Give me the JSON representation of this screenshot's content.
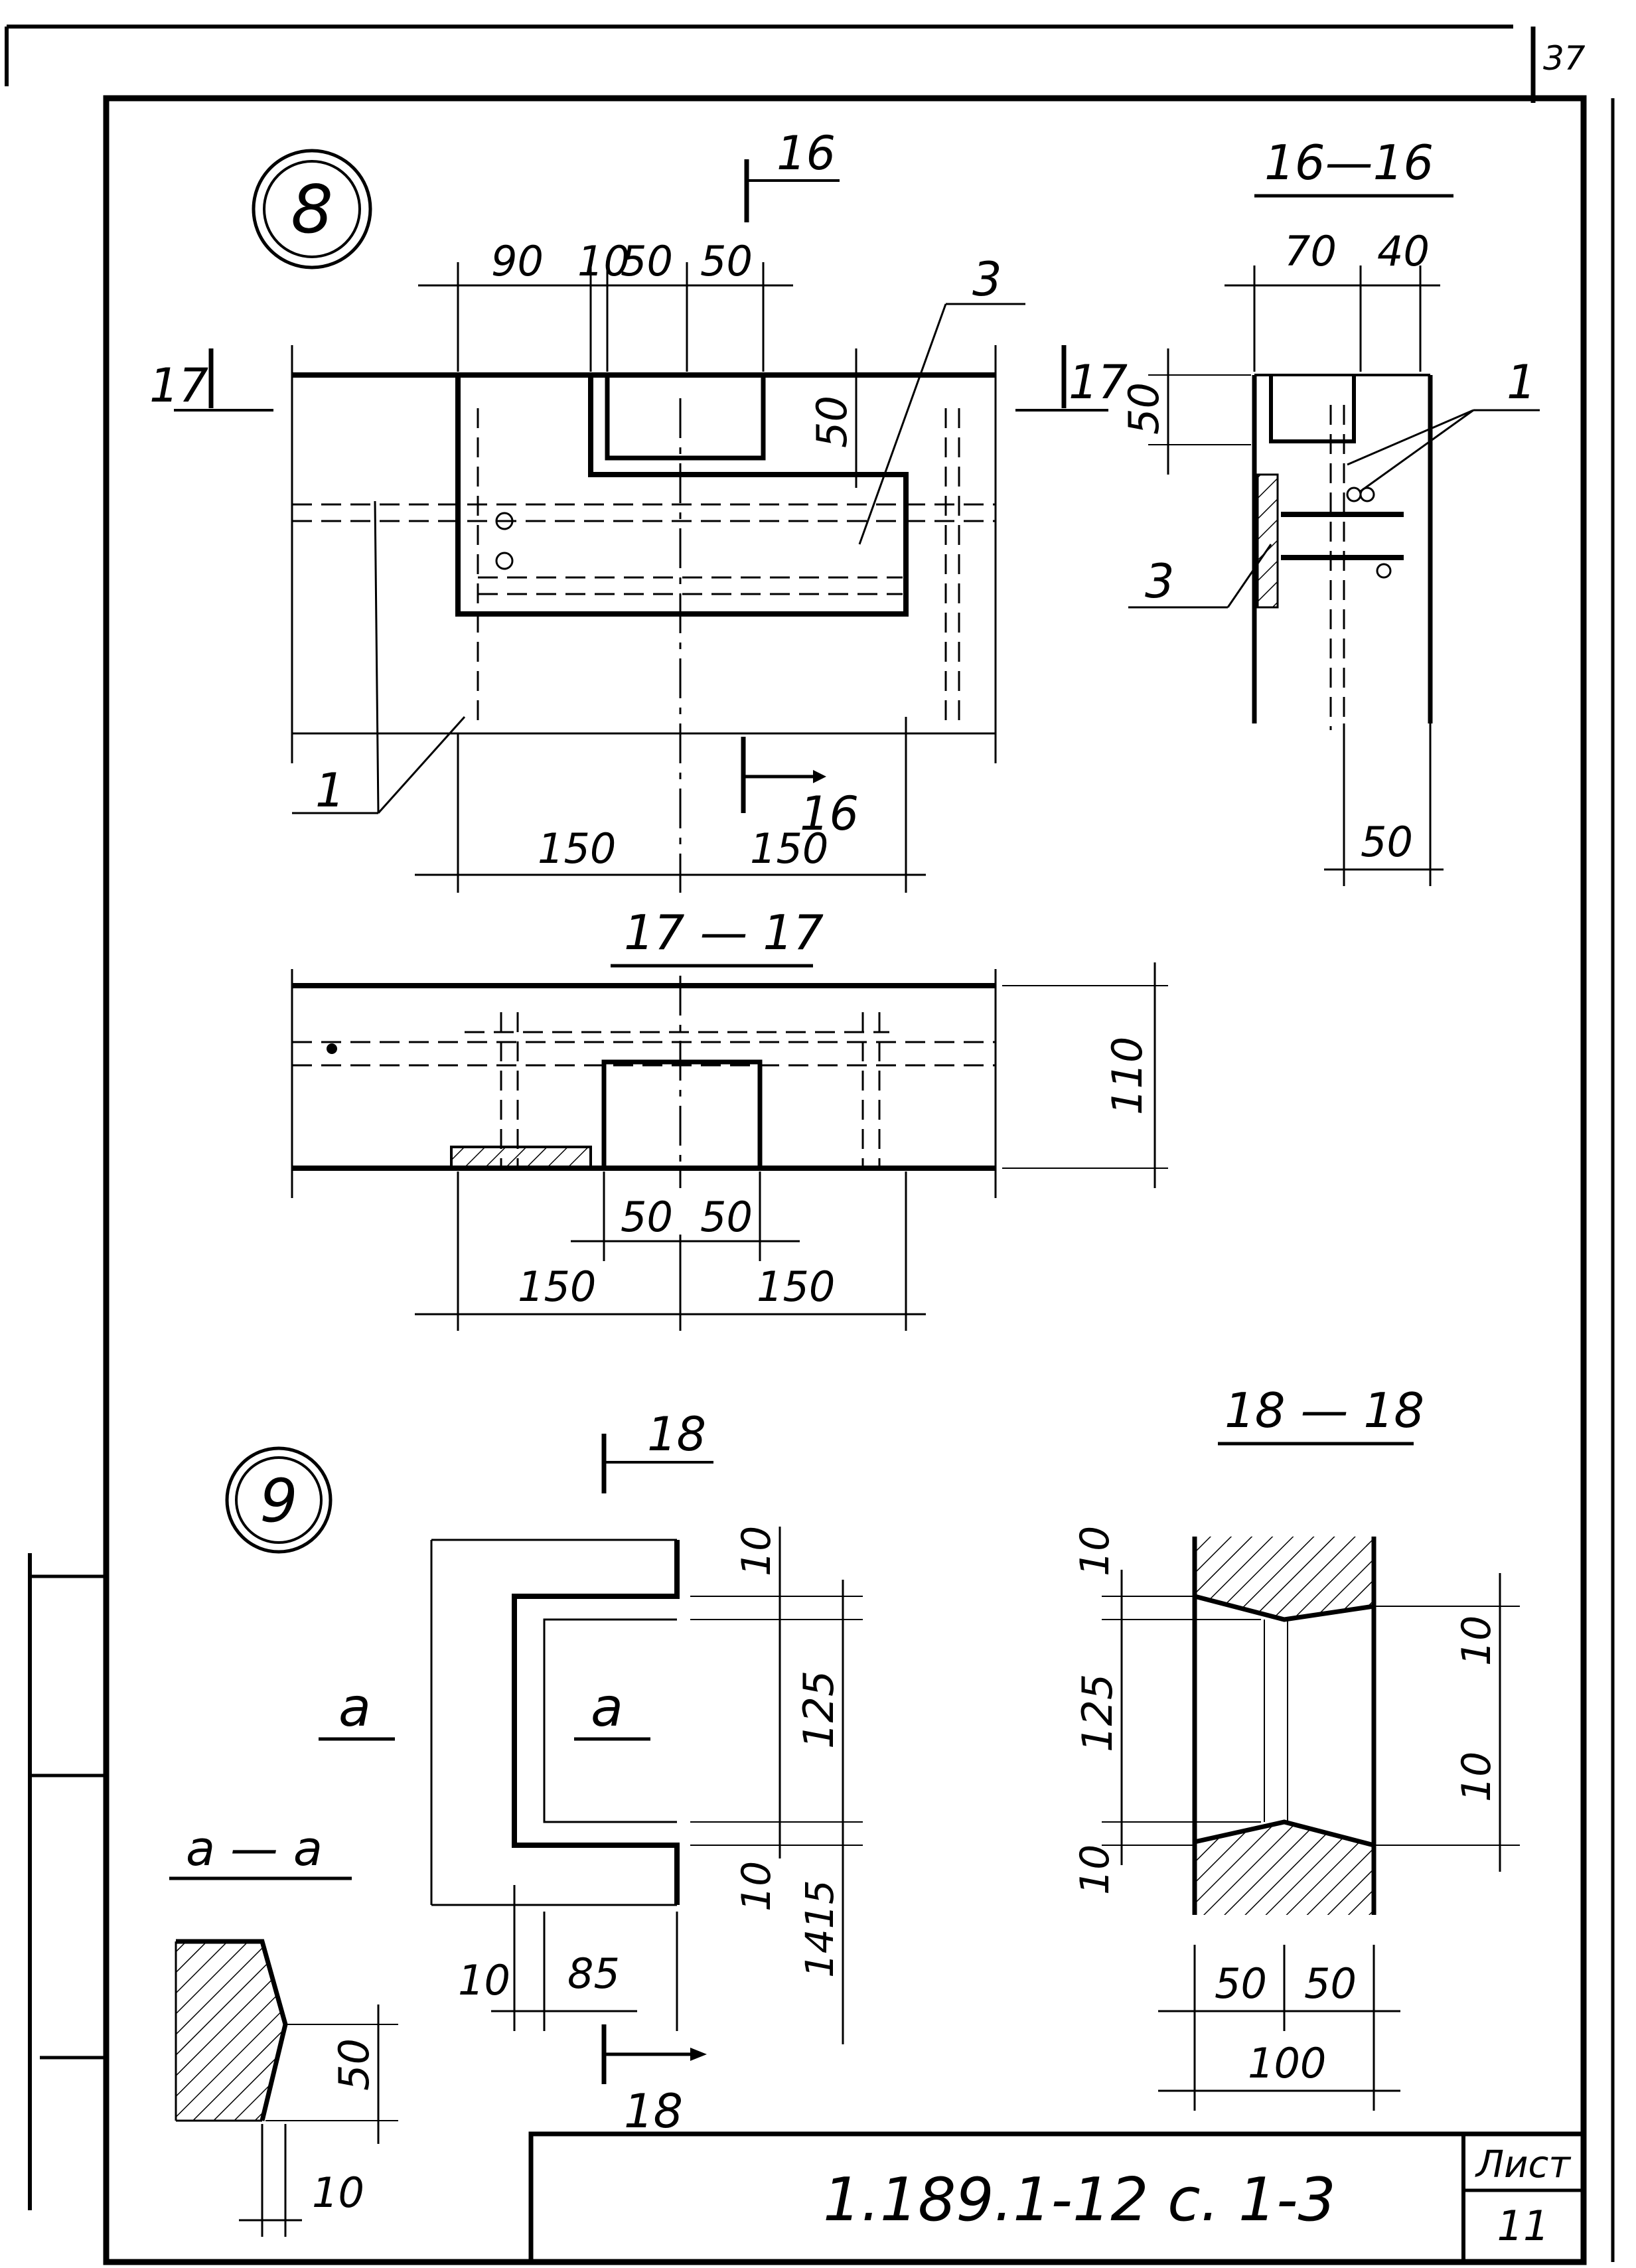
{
  "corner": {
    "sheet_fragment": "37"
  },
  "detail8": {
    "marker": "8",
    "cut16": "16",
    "cut17": "17",
    "dims_top": [
      "90",
      "10",
      "50",
      "50"
    ],
    "dim_50_vert": "50",
    "dims_bottom": [
      "150",
      "150"
    ],
    "leader_3": "3",
    "leader_1": "1"
  },
  "section16": {
    "title": "16—16",
    "dims_top": [
      "70",
      "40"
    ],
    "dim_50_vert": "50",
    "dim_50_bottom": "50",
    "leader_1": "1",
    "leader_3": "3"
  },
  "section17": {
    "title": "17 — 17",
    "dim_height": "110",
    "dims_mid": [
      "50",
      "50"
    ],
    "dims_bottom": [
      "150",
      "150"
    ]
  },
  "detail9": {
    "marker": "9",
    "cut18": "18",
    "label_a": "а",
    "dims_right": [
      "10",
      "125",
      "10"
    ],
    "dim_1415": "1415",
    "dims_bottom": [
      "10",
      "85"
    ]
  },
  "section18": {
    "title": "18 — 18",
    "dims_left": [
      "10",
      "125",
      "10"
    ],
    "dims_right": [
      "10",
      "10"
    ],
    "dims_bottom": [
      "50",
      "50"
    ],
    "dim_total": "100"
  },
  "sectionAA": {
    "title": "а — а",
    "dim_50": "50",
    "dim_10": "10"
  },
  "titleblock": {
    "designation": "1.189.1-12 с. 1-3",
    "sheet_label": "Лист",
    "sheet_number": "11"
  }
}
